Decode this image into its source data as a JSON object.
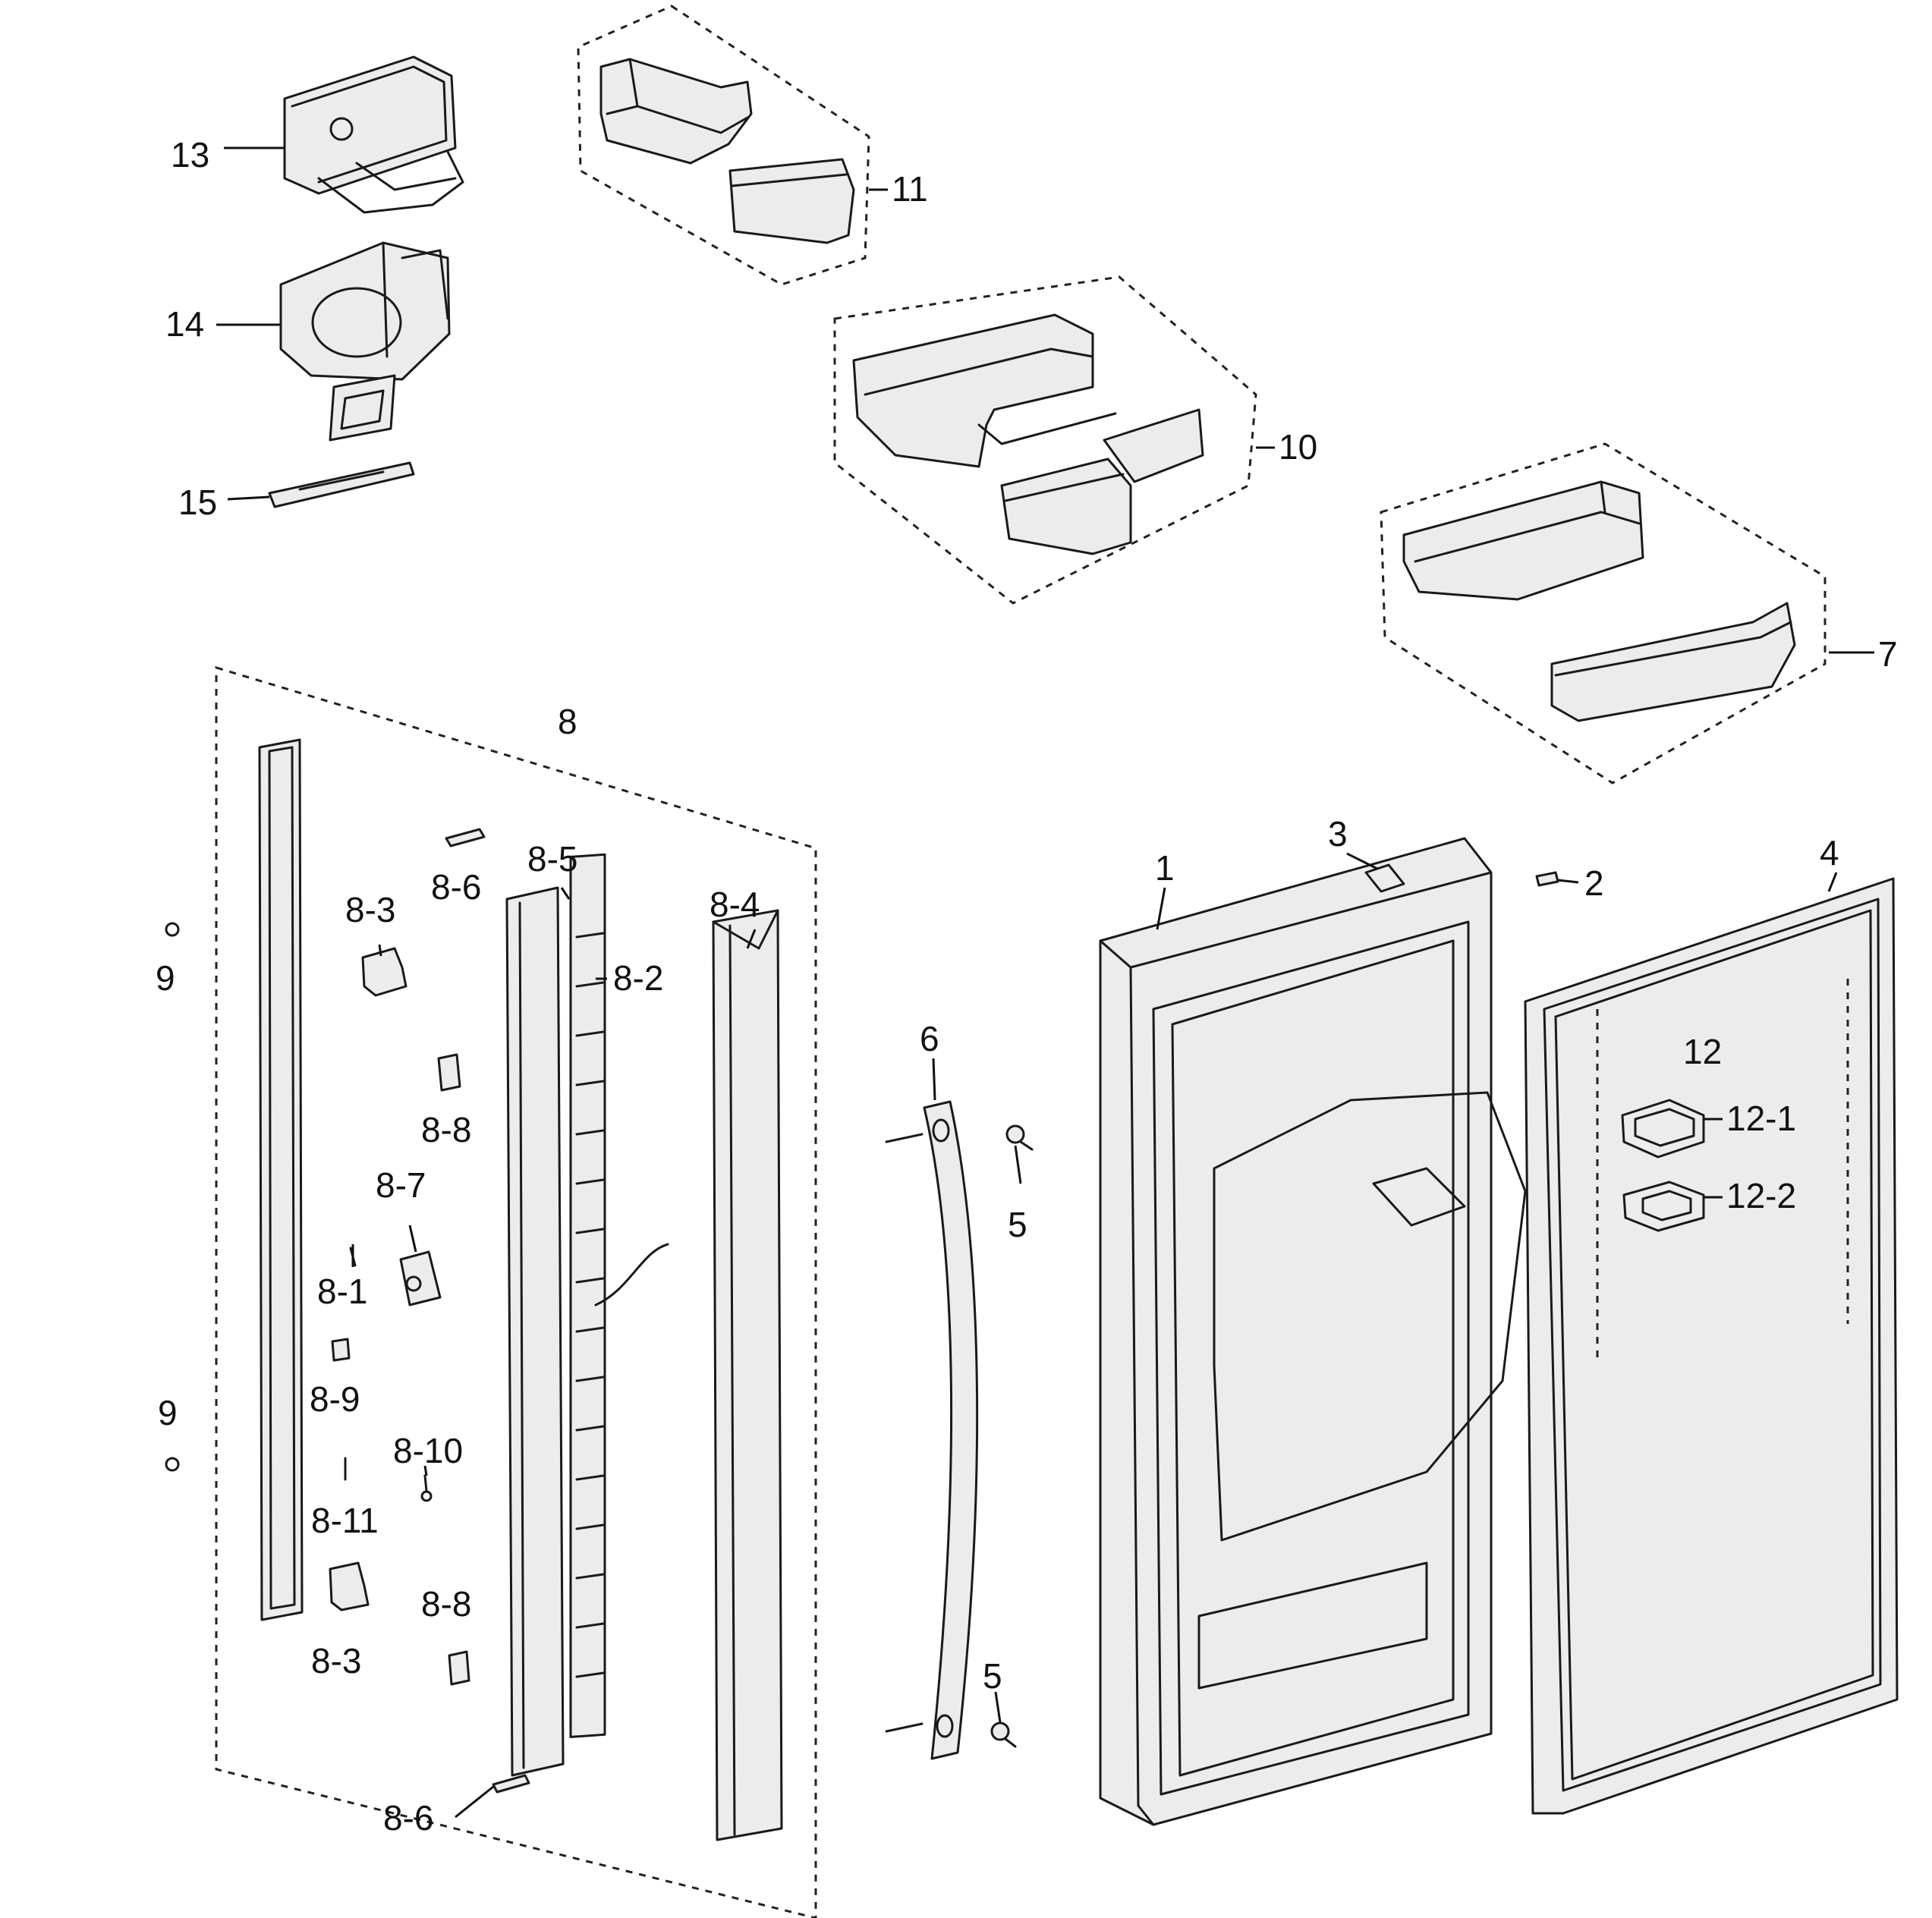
{
  "colors": {
    "background": "#ffffff",
    "line": "#1a1a1a",
    "part_fill": "#ececec"
  },
  "labels": {
    "l13": "13",
    "l14": "14",
    "l15": "15",
    "l11": "11",
    "l10": "10",
    "l7": "7",
    "l8": "8",
    "l8_6a": "8-6",
    "l8_5": "8-5",
    "l8_3a": "8-3",
    "l8_4": "8-4",
    "l8_2": "8-2",
    "l9a": "9",
    "l8_8a": "8-8",
    "l8_7": "8-7",
    "l8_1": "8-1",
    "l8_9": "8-9",
    "l9b": "9",
    "l8_10": "8-10",
    "l8_11": "8-11",
    "l8_8b": "8-8",
    "l8_3b": "8-3",
    "l8_6b": "8-6",
    "l6": "6",
    "l5a": "5",
    "l5b": "5",
    "l1": "1",
    "l3": "3",
    "l2": "2",
    "l4": "4",
    "l12": "12",
    "l12_1": "12-1",
    "l12_2": "12-2"
  }
}
